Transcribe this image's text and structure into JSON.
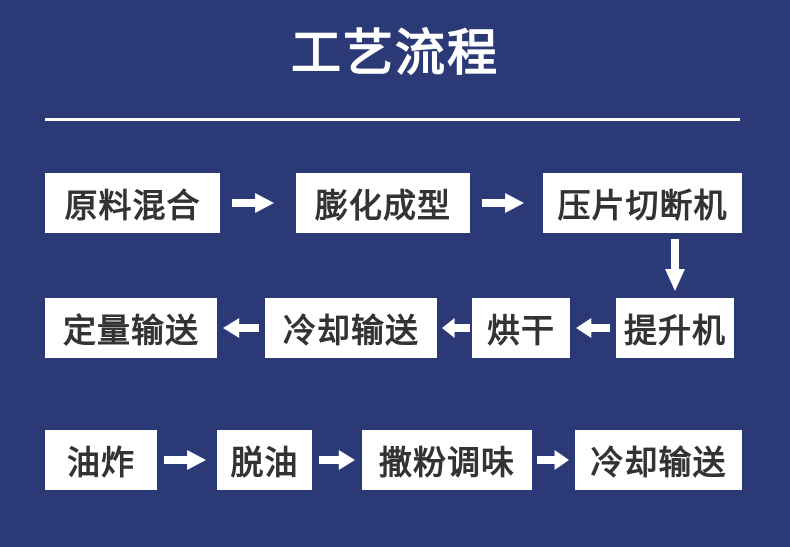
{
  "title": "工艺流程",
  "colors": {
    "background": "#2b3a76",
    "box_background": "#ffffff",
    "box_text": "#333333",
    "title_text": "#ffffff",
    "arrow": "#ffffff",
    "divider": "#ffffff"
  },
  "flow": {
    "row1": [
      "原料混合",
      "膨化成型",
      "压片切断机"
    ],
    "row2": [
      "定量输送",
      "冷却输送",
      "烘干",
      "提升机"
    ],
    "row3": [
      "油炸",
      "脱油",
      "撒粉调味",
      "冷却输送"
    ]
  }
}
